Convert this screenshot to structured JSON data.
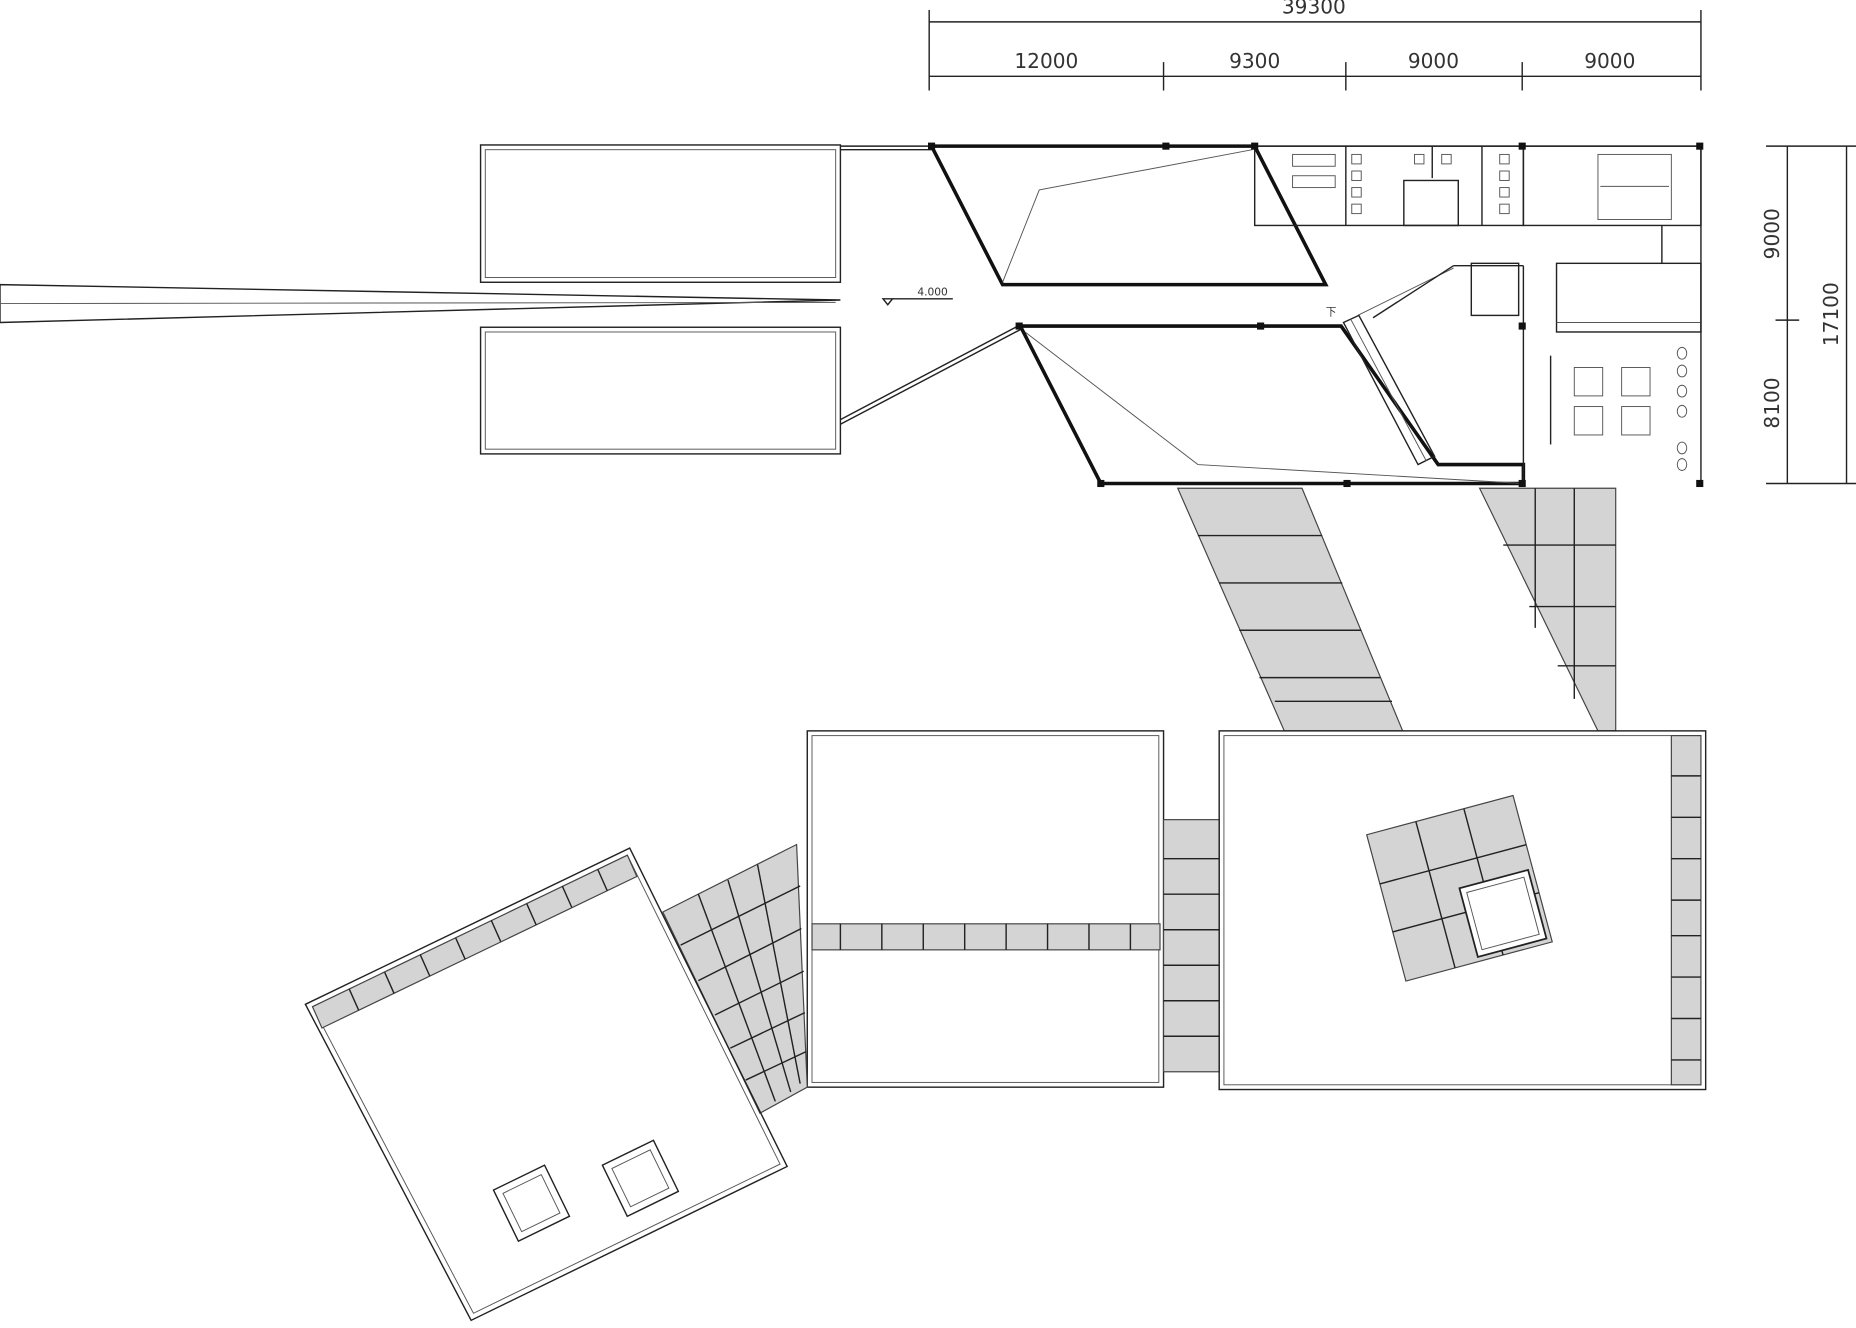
{
  "dimensions": {
    "overall_width": "39300",
    "bays": [
      "12000",
      "9300",
      "9000",
      "9000"
    ],
    "depth_upper": "9000",
    "depth_lower": "8100",
    "overall_depth": "17100"
  },
  "level_mark": "4.000",
  "stair_down_label": "下",
  "colors": {
    "line": "#222222",
    "fill": "#d4d4d4"
  }
}
